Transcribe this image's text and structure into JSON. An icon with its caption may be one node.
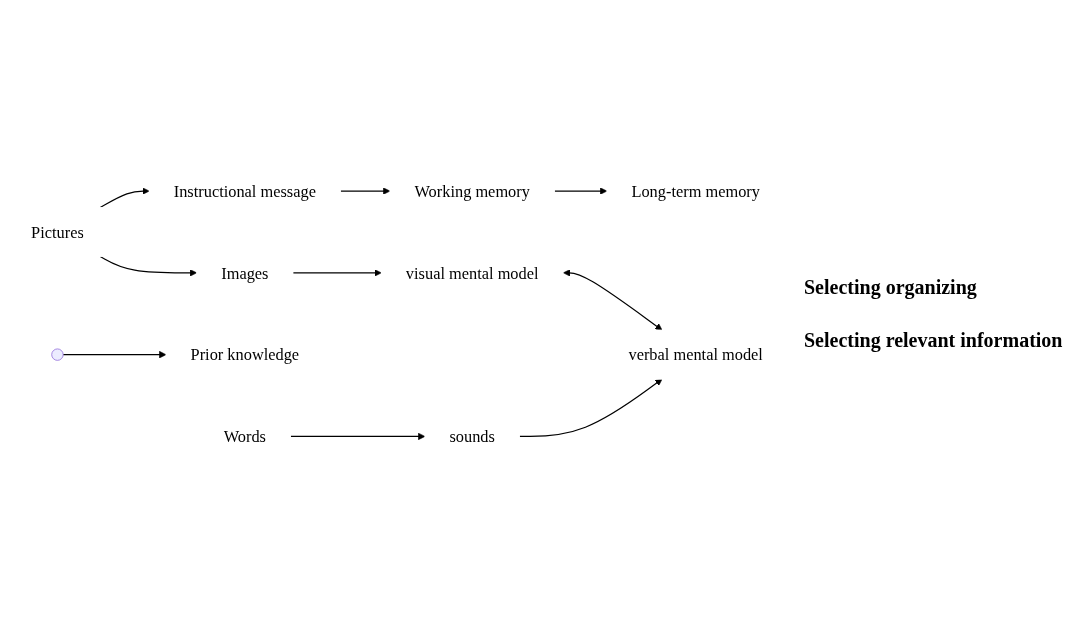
{
  "diagram": {
    "nodes": [
      {
        "text": [
          "Instructional message"
        ]
      },
      {
        "text": [
          "Working memory"
        ]
      },
      {
        "text": [
          "Long-term memory"
        ]
      },
      {
        "text": [
          "Pictures"
        ]
      },
      {
        "text": [
          "Images"
        ]
      },
      {
        "text": [
          "visual mental model"
        ]
      },
      {
        "text": [
          "Prior knowledge"
        ]
      },
      {
        "text": [
          "Words"
        ]
      },
      {
        "text": [
          "sounds"
        ]
      },
      {
        "text": [
          "verbal mental model"
        ]
      }
    ],
    "edges": [
      {
        "from": 0,
        "to": 1,
        "arrow": "to"
      },
      {
        "from": 1,
        "to": 2,
        "arrow": "to"
      },
      {
        "from": 3,
        "to": 0,
        "arrow": "to"
      },
      {
        "from": 3,
        "to": 4,
        "arrow": "to"
      },
      {
        "from": 4,
        "to": 5,
        "arrow": "to"
      },
      {
        "from": 5,
        "to": 9,
        "arrow": "both"
      },
      {
        "from": null,
        "to": 6,
        "arrow": "to"
      },
      {
        "from": 7,
        "to": 8,
        "arrow": "to"
      },
      {
        "from": 8,
        "to": 9,
        "arrow": "to"
      }
    ],
    "labels": [
      "Selecting organizing",
      "Selecting relevant information"
    ]
  }
}
